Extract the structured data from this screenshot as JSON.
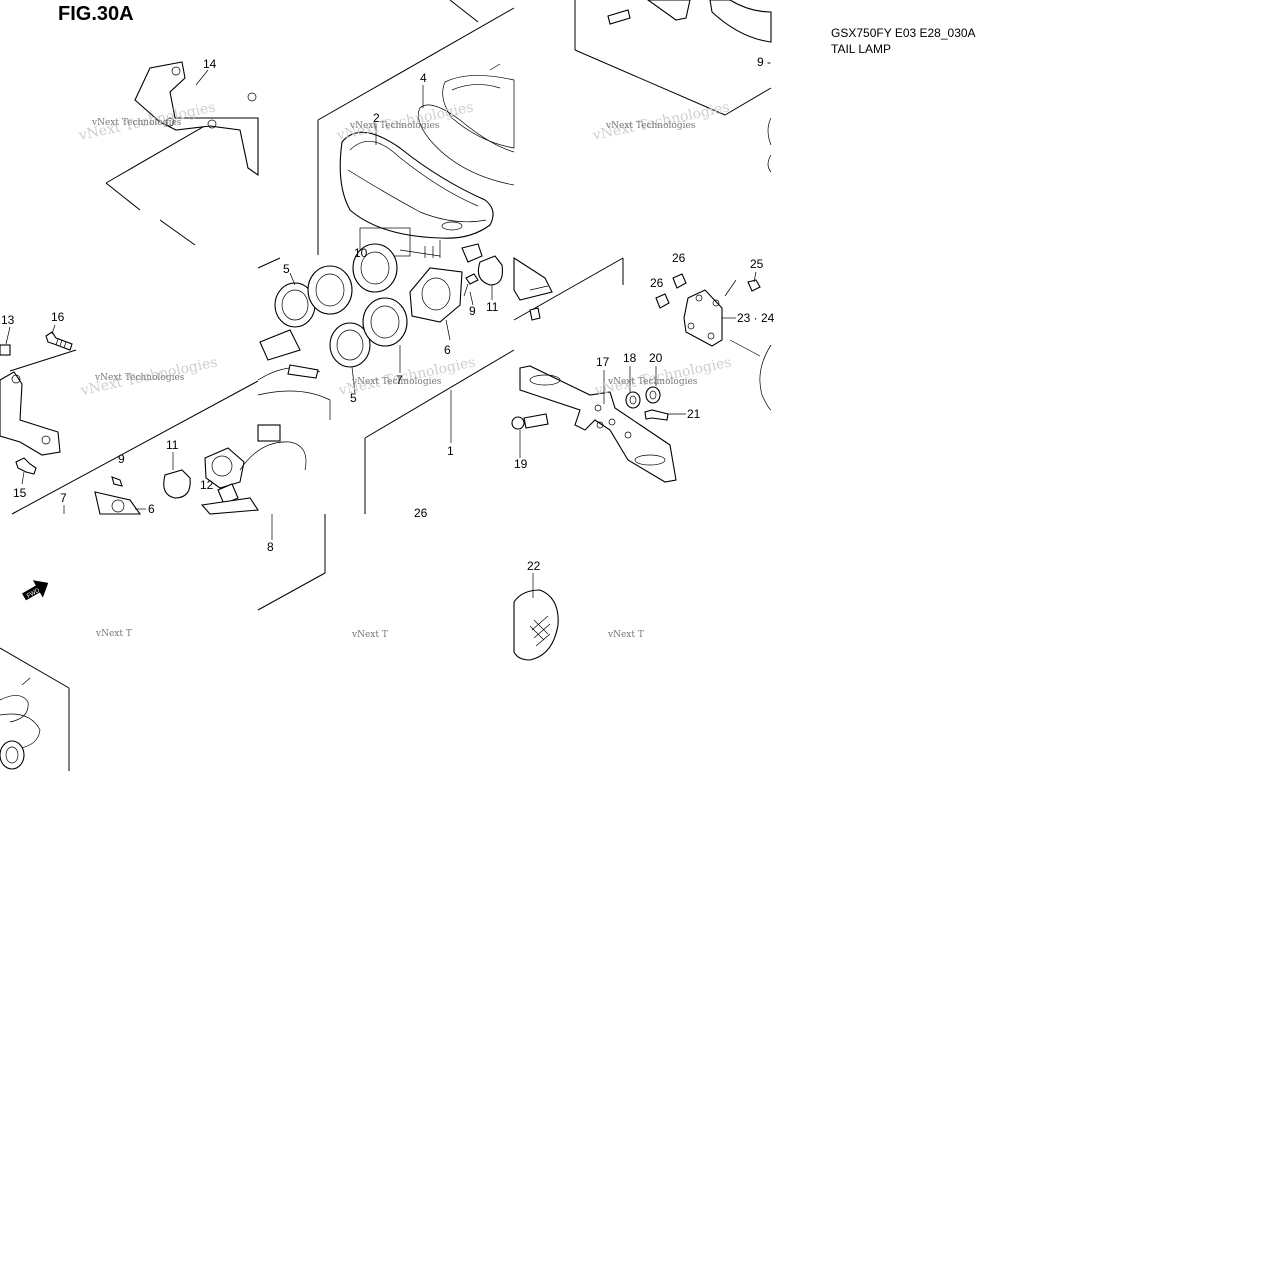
{
  "figure": {
    "title": "FIG.30A"
  },
  "meta": {
    "model_code": "GSX750FY E03 E28_030A",
    "section": "TAIL LAMP"
  },
  "watermark": {
    "text": "vNext Technologies",
    "fragment": "vNext T"
  },
  "fwd_label": "FWD",
  "callouts": {
    "c1": "1",
    "c2": "2",
    "c4": "4",
    "c5a": "5",
    "c5b": "5",
    "c6a": "6",
    "c6b": "6",
    "c7a": "7",
    "c7b": "7",
    "c8": "8",
    "c9a": "9",
    "c9b": "9",
    "c9c": "9 -",
    "c10": "10",
    "c11a": "11",
    "c11b": "11",
    "c12": "12",
    "c13": "13",
    "c14": "14",
    "c15": "15",
    "c16": "16",
    "c17": "17",
    "c18": "18",
    "c19": "19",
    "c20": "20",
    "c21": "21",
    "c22": "22",
    "c2324": "23 · 24",
    "c25": "25",
    "c26a": "26",
    "c26b": "26",
    "c26c": "26"
  }
}
